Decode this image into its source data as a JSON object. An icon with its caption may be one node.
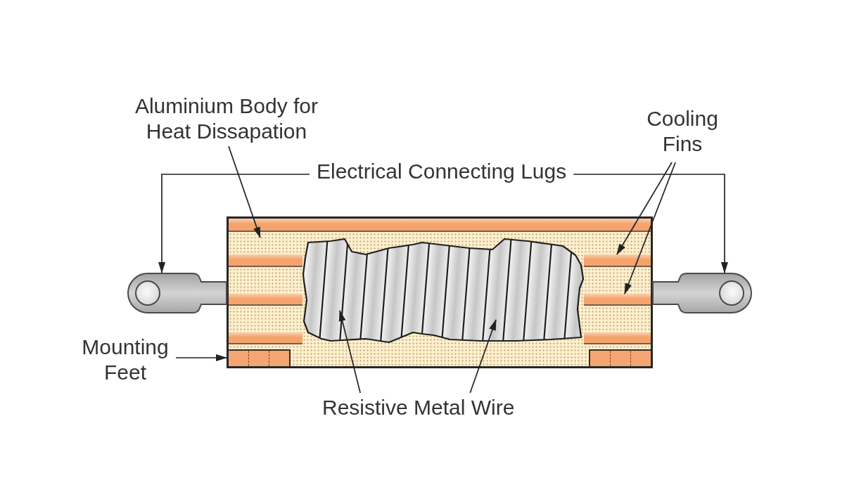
{
  "diagram": {
    "nodes": [
      {
        "text": [
          "Aluminium Body for Heat Dissapation"
        ]
      },
      {
        "text": [
          "Cooling Fins"
        ]
      },
      {
        "text": [
          "Electrical Connecting Lugs"
        ]
      },
      {
        "text": [],
        "shape": "box"
      },
      {
        "text": [],
        "shape": "bar",
        "in": 3
      },
      {
        "text": [],
        "shape": "bar",
        "in": 3
      },
      {
        "text": [],
        "shape": "bar",
        "in": 3
      },
      {
        "text": [],
        "shape": "picture",
        "in": 3
      },
      {
        "text": [],
        "shape": "bar",
        "in": 3
      },
      {
        "text": [],
        "shape": "bar",
        "in": 3
      },
      {
        "text": [],
        "shape": "bar",
        "in": 3
      },
      {
        "text": [],
        "shape": "bar",
        "in": 3
      },
      {
        "text": [],
        "shape": "box",
        "in": 3
      },
      {
        "text": [],
        "shape": "box",
        "in": 3
      },
      {
        "text": [],
        "shape": "picture"
      },
      {
        "text": [],
        "shape": "picture"
      },
      {
        "text": [
          "Mounting Feet"
        ]
      },
      {
        "text": [
          "Resistive Metal Wire"
        ]
      }
    ],
    "edges": [
      {
        "from": 0,
        "to": 3,
        "arrow": "to"
      },
      {
        "from": 1,
        "to": 6,
        "arrow": "to"
      },
      {
        "from": 1,
        "to": 9,
        "arrow": "to"
      },
      {
        "from": 2,
        "to": 14,
        "arrow": "to"
      },
      {
        "from": 2,
        "to": 15,
        "arrow": "to"
      },
      {
        "from": 16,
        "to": 12,
        "arrow": "to"
      },
      {
        "from": 17,
        "to": 7,
        "arrow": "to"
      },
      {
        "from": 17,
        "to": 7,
        "arrow": "to"
      }
    ]
  }
}
